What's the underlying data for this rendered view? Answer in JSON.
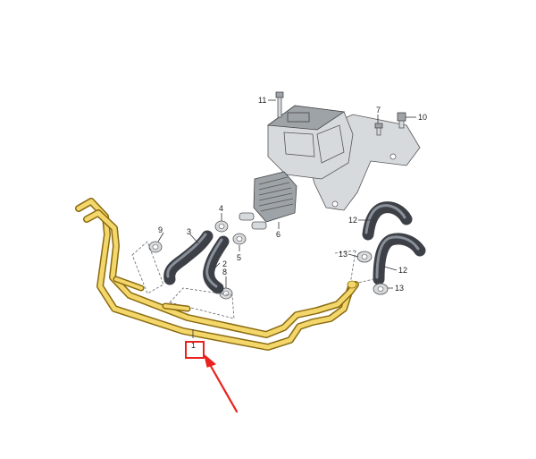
{
  "diagram": {
    "callouts": {
      "c1": "1",
      "c2": "2",
      "c3": "3",
      "c4": "4",
      "c5": "5",
      "c6": "6",
      "c7": "7",
      "c8": "8",
      "c9": "9",
      "c10": "10",
      "c11": "11",
      "c12a": "12",
      "c12b": "12",
      "c13a": "13",
      "c13b": "13"
    },
    "colors": {
      "pipe": "#e3c24a",
      "hose": "#3d4147",
      "highlight_box": "#e8231f",
      "arrow": "#e8231f"
    },
    "highlighted_part": "1"
  }
}
